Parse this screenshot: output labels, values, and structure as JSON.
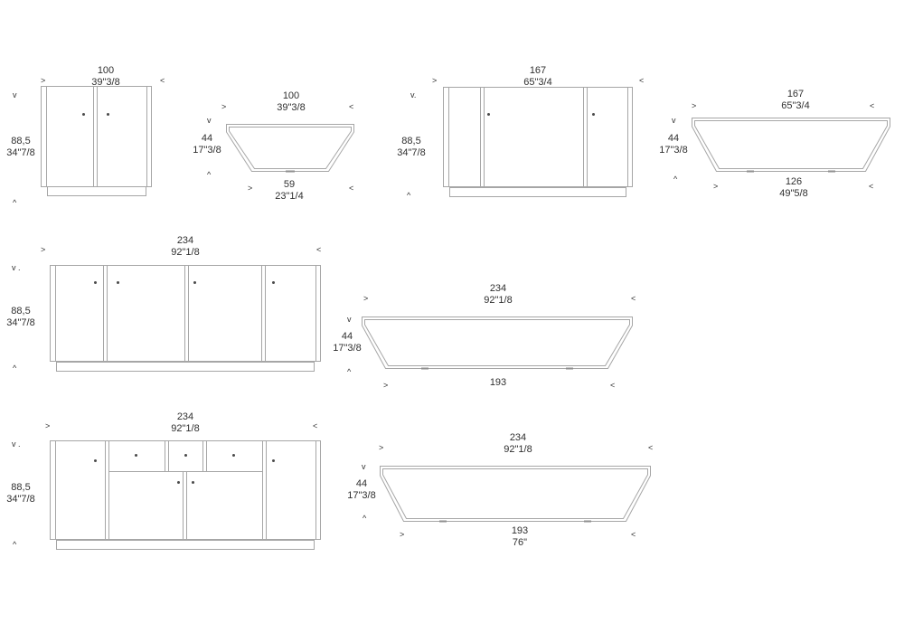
{
  "drawing": {
    "line_color": "#a6a6a6",
    "text_color": "#2f2f2f"
  },
  "figures": {
    "front_100": {
      "width_cm": "100",
      "width_in": "39\"3/8",
      "height_cm": "88,5",
      "height_in": "34\"7/8",
      "arrow_left": ">",
      "arrow_right": "<",
      "arrow_top": "v",
      "arrow_bottom": "^"
    },
    "plan_100": {
      "width_cm": "100",
      "width_in": "39\"3/8",
      "depth_cm": "44",
      "depth_in": "17\"3/8",
      "front_cm": "59",
      "front_in": "23\"1/4",
      "arrow_left": ">",
      "arrow_right": "<",
      "arrow_top": "v",
      "arrow_bottom": "^",
      "arrow_front_left": ">",
      "arrow_front_right": "<"
    },
    "front_167": {
      "width_cm": "167",
      "width_in": "65\"3/4",
      "height_cm": "88,5",
      "height_in": "34\"7/8",
      "arrow_left": ">",
      "arrow_right": "<",
      "arrow_top": "v.",
      "arrow_bottom": "^"
    },
    "plan_167": {
      "width_cm": "167",
      "width_in": "65\"3/4",
      "depth_cm": "44",
      "depth_in": "17\"3/8",
      "front_cm": "126",
      "front_in": "49\"5/8",
      "arrow_left": ">",
      "arrow_right": "<",
      "arrow_top": "v",
      "arrow_bottom": "^",
      "arrow_front_left": ">",
      "arrow_front_right": "<"
    },
    "front_234": {
      "width_cm": "234",
      "width_in": "92\"1/8",
      "height_cm": "88,5",
      "height_in": "34\"7/8",
      "arrow_left": ">",
      "arrow_right": "<",
      "arrow_top": "v .",
      "arrow_bottom": "^"
    },
    "plan_234": {
      "width_cm": "234",
      "width_in": "92\"1/8",
      "depth_cm": "44",
      "depth_in": "17\"3/8",
      "front_cm": "193",
      "front_in": "",
      "arrow_left": ">",
      "arrow_right": "<",
      "arrow_top": "v",
      "arrow_bottom": "^",
      "arrow_front_left": ">",
      "arrow_front_right": "<"
    },
    "front_234_drawers": {
      "width_cm": "234",
      "width_in": "92\"1/8",
      "height_cm": "88,5",
      "height_in": "34\"7/8",
      "arrow_left": ">",
      "arrow_right": "<",
      "arrow_top": "v .",
      "arrow_bottom": "^"
    },
    "plan_234_drawers": {
      "width_cm": "234",
      "width_in": "92\"1/8",
      "depth_cm": "44",
      "depth_in": "17\"3/8",
      "front_cm": "193",
      "front_in": "76\"",
      "arrow_left": ">",
      "arrow_right": "<",
      "arrow_top": "v",
      "arrow_bottom": "^",
      "arrow_front_left": ">",
      "arrow_front_right": "<"
    }
  }
}
